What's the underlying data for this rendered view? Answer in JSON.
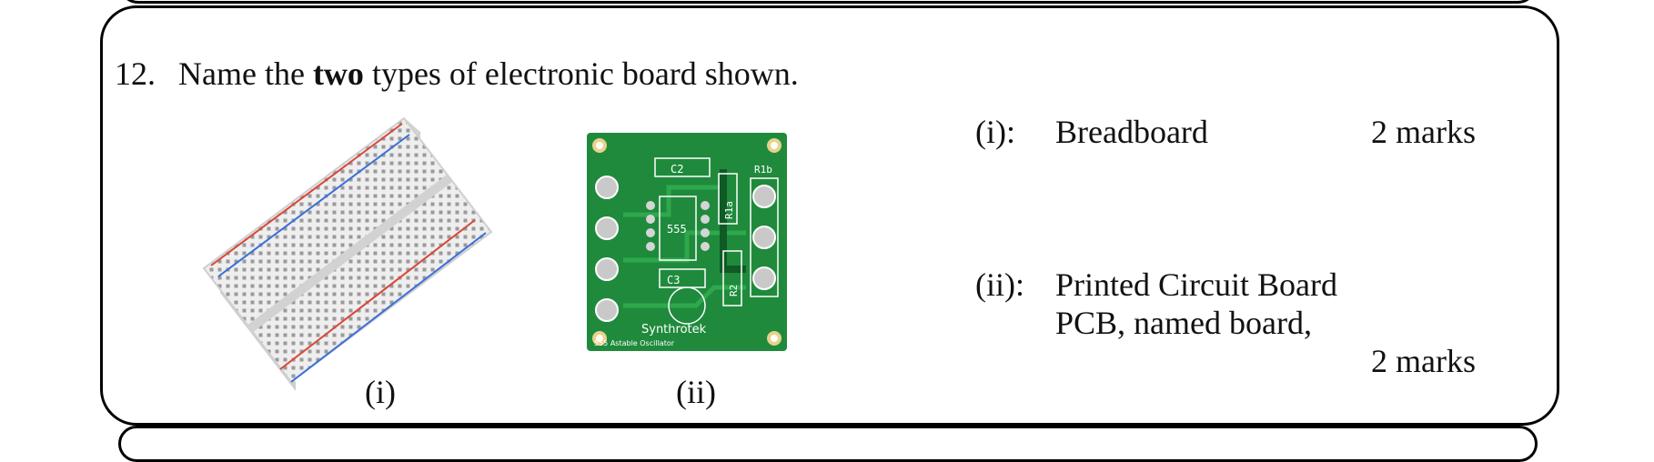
{
  "question": {
    "number": "12.",
    "text_before": "Name the",
    "text_bold": "two",
    "text_after": "types of electronic board shown."
  },
  "images": {
    "breadboard": {
      "caption": "(i)",
      "icon": "breadboard-image"
    },
    "pcb": {
      "caption": "(ii)",
      "icon": "pcb-image",
      "labels": {
        "c2": "C2",
        "chip": "555",
        "c3": "C3",
        "r1a": "R1a",
        "r1b": "R1b",
        "r2": "R2",
        "brand": "Synthrotek",
        "subtitle": "555 Astable Oscillator"
      }
    }
  },
  "answers": [
    {
      "label": "(i):",
      "lines": [
        "Breadboard"
      ],
      "marks": "2 marks"
    },
    {
      "label": "(ii):",
      "lines": [
        "Printed Circuit Board",
        "PCB, named board,"
      ],
      "marks": "2 marks"
    }
  ],
  "colors": {
    "pcb_green": "#1f8a3c",
    "breadboard_body": "#eeeeee",
    "rail_red": "#d9473a",
    "rail_blue": "#3a6fd9"
  }
}
